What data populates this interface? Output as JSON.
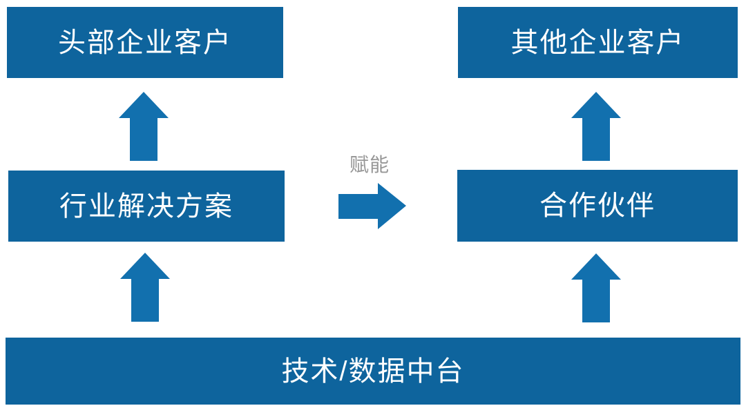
{
  "diagram": {
    "boxes": [
      {
        "id": "top-left",
        "label": "头部企业客户"
      },
      {
        "id": "top-right",
        "label": "其他企业客户"
      },
      {
        "id": "mid-left",
        "label": "行业解决方案"
      },
      {
        "id": "mid-right",
        "label": "合作伙伴"
      },
      {
        "id": "bottom",
        "label": "技术/数据中台"
      }
    ],
    "arrow_label": "赋能",
    "arrows": [
      {
        "id": "up-left-top",
        "direction": "up",
        "from": "行业解决方案",
        "to": "头部企业客户"
      },
      {
        "id": "up-right-top",
        "direction": "up",
        "from": "合作伙伴",
        "to": "其他企业客户"
      },
      {
        "id": "up-left-bottom",
        "direction": "up",
        "from": "技术/数据中台",
        "to": "行业解决方案"
      },
      {
        "id": "up-right-bottom",
        "direction": "up",
        "from": "技术/数据中台",
        "to": "合作伙伴"
      },
      {
        "id": "enable-right",
        "direction": "right",
        "from": "行业解决方案",
        "to": "合作伙伴",
        "label": "赋能"
      }
    ]
  },
  "colors": {
    "box_blue": "#0E649D",
    "arrow_blue": "#1270AE",
    "label_gray": "#979797",
    "text_white": "#ffffff",
    "background": "#ffffff"
  }
}
